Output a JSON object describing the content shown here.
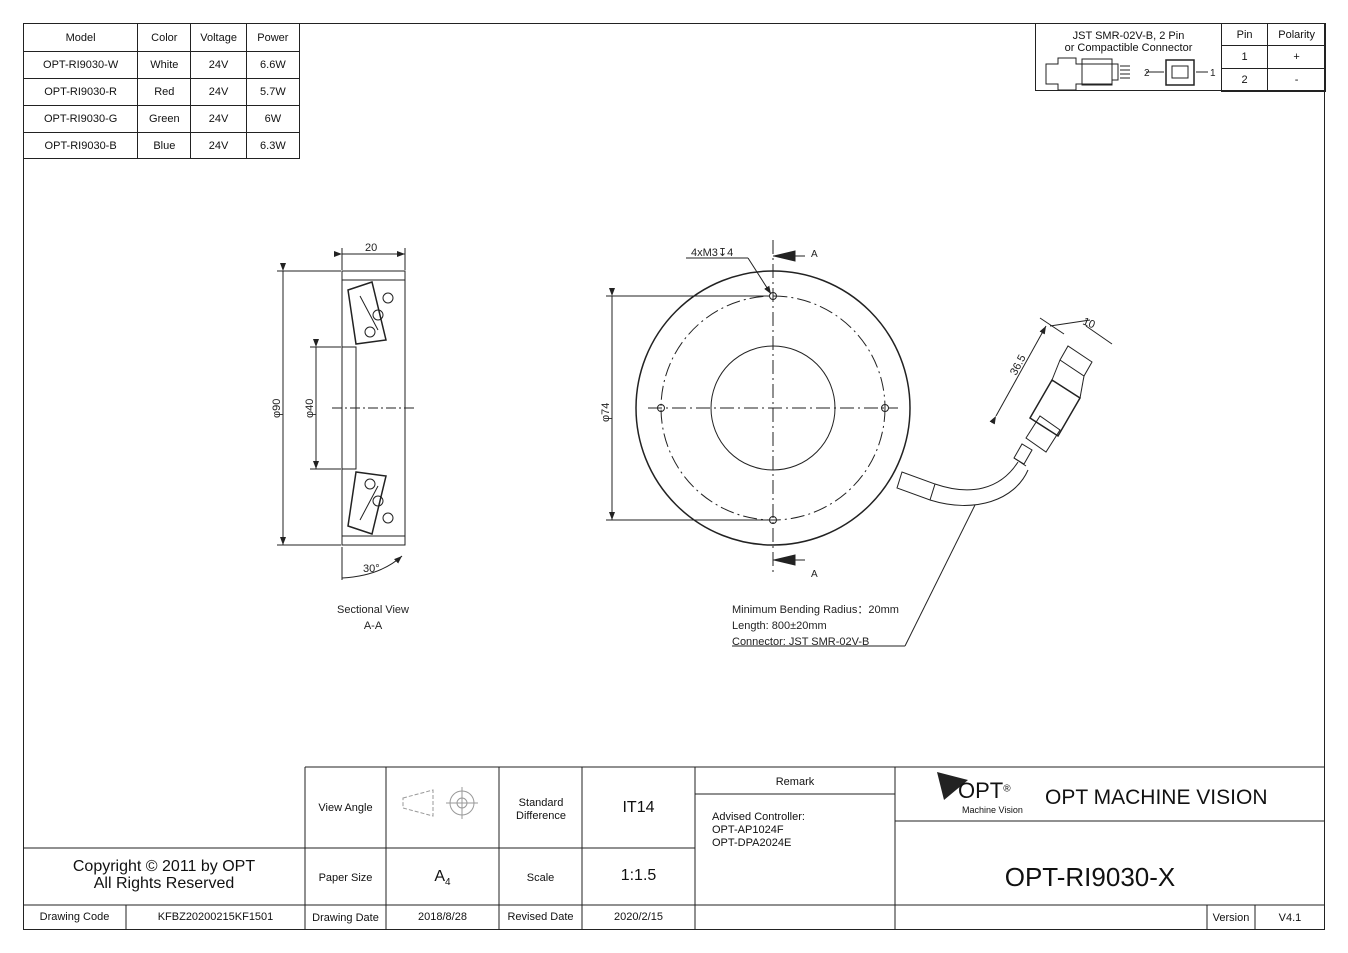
{
  "model_table": {
    "headers": [
      "Model",
      "Color",
      "Voltage",
      "Power"
    ],
    "rows": [
      [
        "OPT-RI9030-W",
        "White",
        "24V",
        "6.6W"
      ],
      [
        "OPT-RI9030-R",
        "Red",
        "24V",
        "5.7W"
      ],
      [
        "OPT-RI9030-G",
        "Green",
        "24V",
        "6W"
      ],
      [
        "OPT-RI9030-B",
        "Blue",
        "24V",
        "6.3W"
      ]
    ]
  },
  "connector_box": {
    "title_line1": "JST SMR-02V-B, 2 Pin",
    "title_line2": "or Compactible Connector",
    "pin_label_2": "2",
    "pin_label_1": "1",
    "headers": [
      "Pin",
      "Polarity"
    ],
    "rows": [
      [
        "1",
        "+"
      ],
      [
        "2",
        "-"
      ]
    ]
  },
  "sectional": {
    "dim_width": "20",
    "dim_outer": "φ90",
    "dim_inner": "φ40",
    "dim_angle": "30°",
    "caption_line1": "Sectional View",
    "caption_line2": "A-A"
  },
  "front": {
    "hole_spec": "4xM3↧4",
    "section_mark": "A",
    "dim_circle": "φ74",
    "dim_connector_len": "36.5",
    "dim_connector_w": "10",
    "note_radius": "Minimum Bending Radius：20mm",
    "note_length": "Length: 800±20mm",
    "note_connector": "Connector: JST SMR-02V-B"
  },
  "title_block": {
    "copyright_line1": "Copyright © 2011 by OPT",
    "copyright_line2": "All Rights Reserved",
    "drawing_code_label": "Drawing Code",
    "drawing_code": "KFBZ20200215KF1501",
    "view_angle_label": "View Angle",
    "standard_diff_label": "Standard Difference",
    "standard_diff_value": "IT14",
    "paper_size_label": "Paper Size",
    "paper_size_value": "A",
    "paper_size_sub": "4",
    "scale_label": "Scale",
    "scale_value": "1:1.5",
    "drawing_date_label": "Drawing Date",
    "drawing_date": "2018/8/28",
    "revised_date_label": "Revised Date",
    "revised_date": "2020/2/15",
    "remark_label": "Remark",
    "remark_line1": "Advised Controller:",
    "remark_line2": "OPT-AP1024F",
    "remark_line3": "OPT-DPA2024E",
    "logo_text": "OPT",
    "logo_reg": "®",
    "logo_sub": "Machine Vision",
    "company": "OPT MACHINE VISION",
    "part_number": "OPT-RI9030-X",
    "version_label": "Version",
    "version": "V4.1"
  }
}
